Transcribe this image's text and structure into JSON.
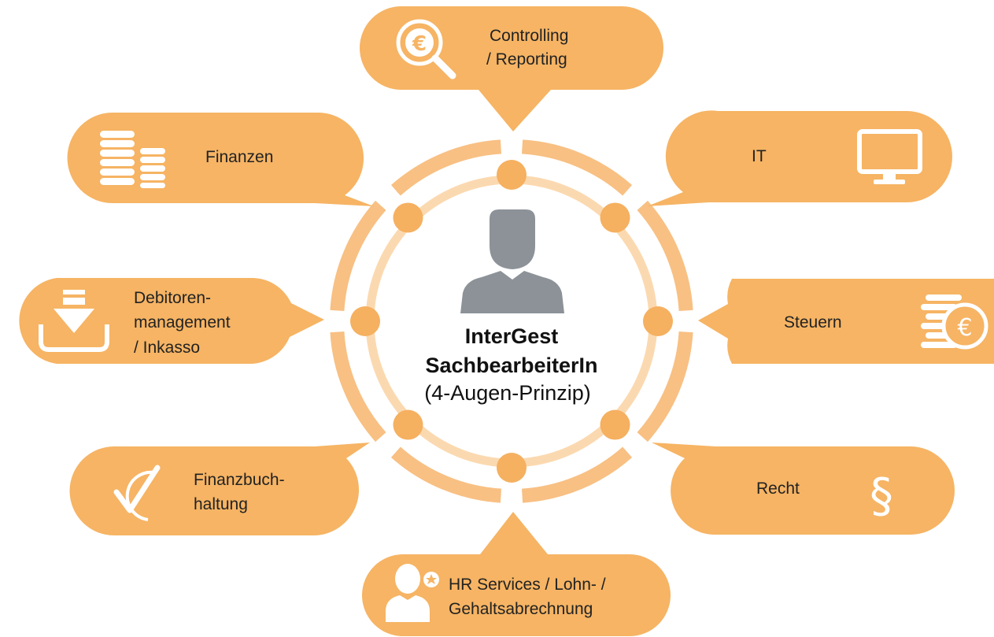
{
  "colors": {
    "bubble": "#f6b464",
    "ring_outer": "#f8c083",
    "ring_inner": "#fbd9b0",
    "node": "#f5b060",
    "person": "#8c9298",
    "icon": "#ffffff",
    "text": "#222222"
  },
  "center": {
    "line1": "InterGest",
    "line2": "SachbearbeiterIn",
    "line3": "(4-Augen-Prinzip)",
    "icon": "person-icon"
  },
  "bubbles": {
    "controlling": {
      "line1": "Controlling",
      "line2": "/ Reporting",
      "icon": "euro-magnifier-icon"
    },
    "finanzen": {
      "line1": "Finanzen",
      "icon": "coin-stacks-icon"
    },
    "it": {
      "line1": "IT",
      "icon": "monitor-icon"
    },
    "debitoren": {
      "line1": "Debitoren-",
      "line2": "management",
      "line3": "/ Inkasso",
      "icon": "download-tray-icon"
    },
    "steuern": {
      "line1": "Steuern",
      "icon": "euro-coins-icon"
    },
    "finanzbuchhaltung": {
      "line1": "Finanzbuch-",
      "line2": "haltung",
      "icon": "checkmark-icon"
    },
    "recht": {
      "line1": "Recht",
      "icon": "paragraph-icon"
    },
    "hr": {
      "line1": "HR Services / Lohn- /",
      "line2": "Gehaltsabrechnung",
      "icon": "person-star-icon"
    }
  }
}
